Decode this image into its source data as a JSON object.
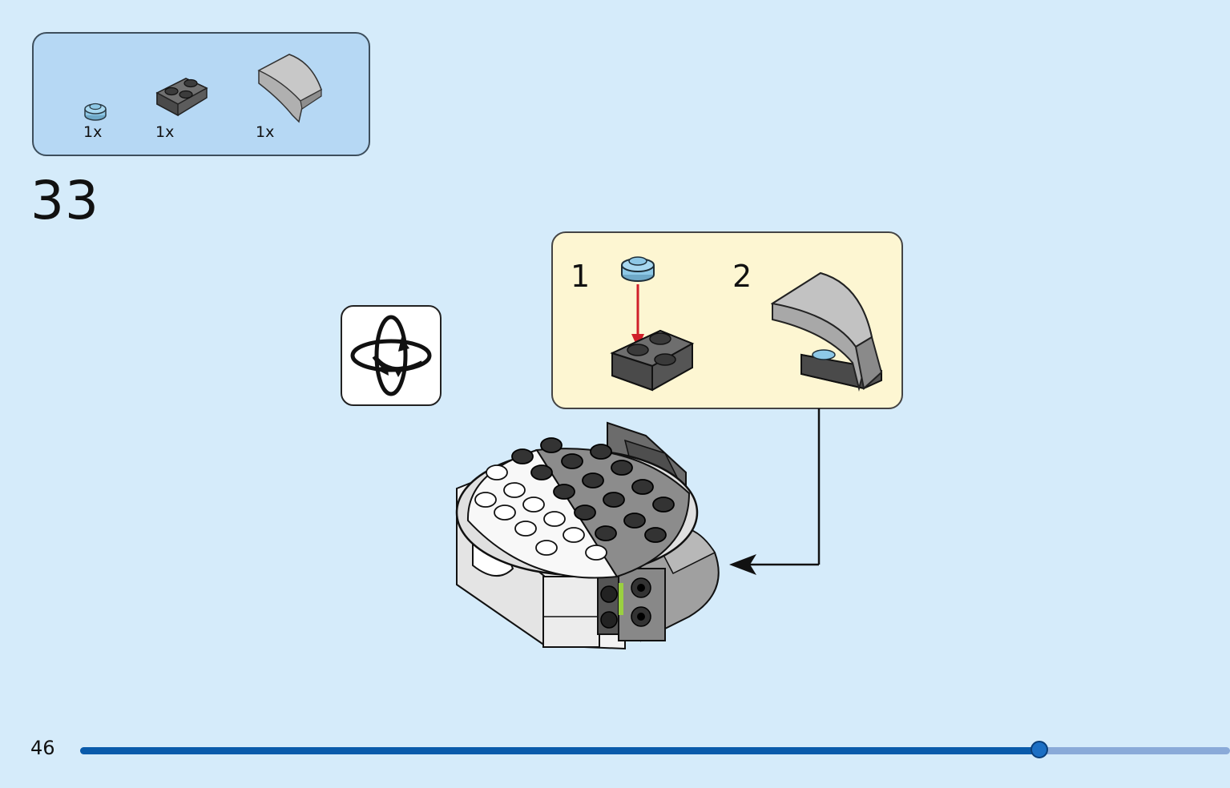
{
  "parts_list": {
    "items": [
      {
        "name": "round-plate-1x1-light-blue",
        "qty": "1x",
        "color": "#8ec8e6"
      },
      {
        "name": "wedge-plate-2x2-dark-gray",
        "qty": "1x",
        "color": "#6b6b6b"
      },
      {
        "name": "curved-slope-light-gray",
        "qty": "1x",
        "color": "#a9a9a9"
      }
    ]
  },
  "step": {
    "number": "33"
  },
  "rotate_icon": "rotate-model-icon",
  "callout": {
    "substeps": [
      {
        "number": "1"
      },
      {
        "number": "2"
      }
    ],
    "background": "#fdf6d2"
  },
  "arrow_color": "#d0202a",
  "page": {
    "number": "46",
    "progress": 0.834
  },
  "colors": {
    "page_bg": "#d5ebfa",
    "parts_bg": "#b6d8f4",
    "progress_fill": "#0a5bab",
    "progress_track": "#8aaad8"
  }
}
